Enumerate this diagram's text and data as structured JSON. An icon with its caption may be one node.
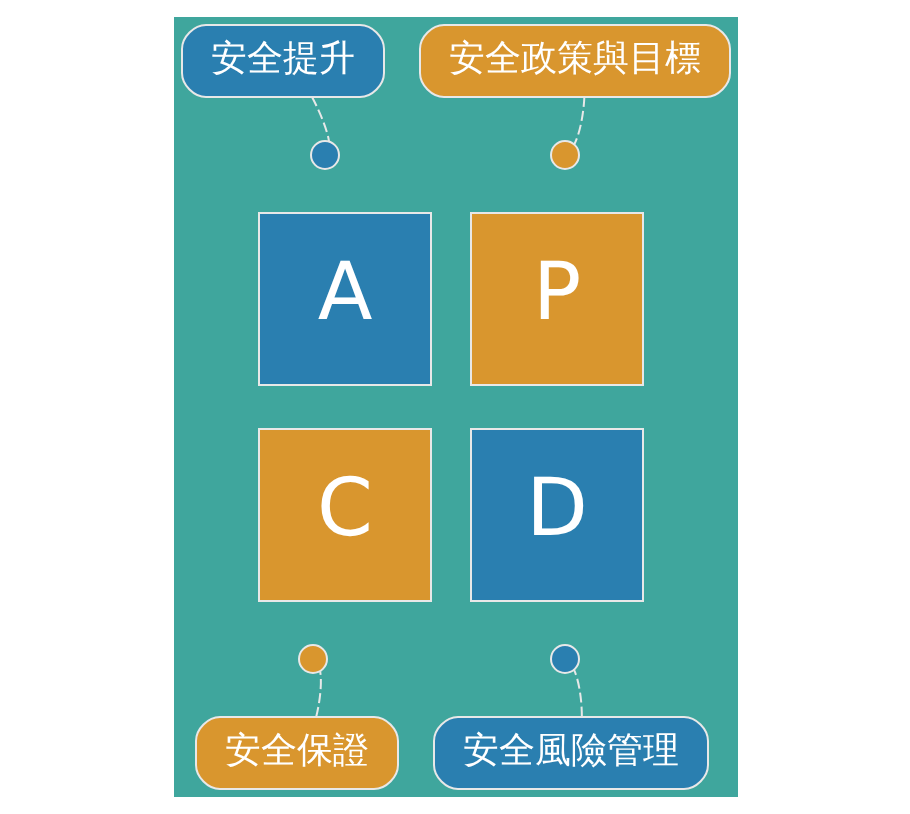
{
  "diagram": {
    "nodes": [
      {
        "text": [
          "安全政策與目標"
        ]
      },
      {
        "text": [
          "安全提升"
        ]
      },
      {
        "text": [
          "A"
        ]
      },
      {
        "text": [
          "P"
        ]
      },
      {
        "text": [
          "C"
        ]
      },
      {
        "text": [
          "D"
        ]
      },
      {
        "text": [],
        "shape": "circle"
      },
      {
        "text": [],
        "shape": "circle"
      },
      {
        "text": [],
        "shape": "circle"
      },
      {
        "text": [],
        "shape": "circle"
      },
      {
        "text": [
          "安全保證"
        ]
      },
      {
        "text": [
          "安全風險管理"
        ]
      }
    ],
    "edges": [
      {
        "from": 1,
        "to": 6,
        "arrow": "none",
        "style": "dashed"
      },
      {
        "from": 0,
        "to": 7,
        "arrow": "none",
        "style": "dashed"
      },
      {
        "from": 10,
        "to": 8,
        "arrow": "none",
        "style": "dashed"
      },
      {
        "from": 11,
        "to": 9,
        "arrow": "none",
        "style": "dashed"
      }
    ]
  }
}
